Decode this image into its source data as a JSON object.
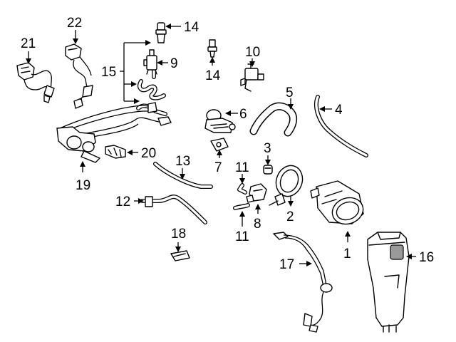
{
  "callouts": [
    {
      "id": "c1",
      "label": "1"
    },
    {
      "id": "c2",
      "label": "2"
    },
    {
      "id": "c3",
      "label": "3"
    },
    {
      "id": "c4",
      "label": "4"
    },
    {
      "id": "c5",
      "label": "5"
    },
    {
      "id": "c6",
      "label": "6"
    },
    {
      "id": "c7",
      "label": "7"
    },
    {
      "id": "c8",
      "label": "8"
    },
    {
      "id": "c9",
      "label": "9"
    },
    {
      "id": "c10",
      "label": "10"
    },
    {
      "id": "c11a",
      "label": "11"
    },
    {
      "id": "c11b",
      "label": "11"
    },
    {
      "id": "c12",
      "label": "12"
    },
    {
      "id": "c13",
      "label": "13"
    },
    {
      "id": "c14a",
      "label": "14"
    },
    {
      "id": "c14b",
      "label": "14"
    },
    {
      "id": "c15",
      "label": "15"
    },
    {
      "id": "c16",
      "label": "16"
    },
    {
      "id": "c17",
      "label": "17"
    },
    {
      "id": "c18",
      "label": "18"
    },
    {
      "id": "c19",
      "label": "19"
    },
    {
      "id": "c20",
      "label": "20"
    },
    {
      "id": "c21",
      "label": "21"
    },
    {
      "id": "c22",
      "label": "22"
    }
  ]
}
